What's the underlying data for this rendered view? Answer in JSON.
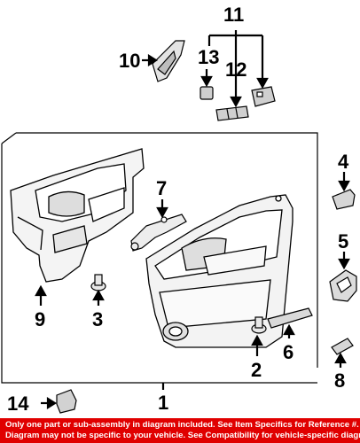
{
  "callouts": {
    "c1": "1",
    "c2": "2",
    "c3": "3",
    "c4": "4",
    "c5": "5",
    "c6": "6",
    "c7": "7",
    "c8": "8",
    "c9": "9",
    "c10": "10",
    "c11": "11",
    "c12": "12",
    "c13": "13",
    "c14": "14"
  },
  "disclaimer": {
    "line1": "Only one part or sub-assembly in diagram included. See Item Specifics for Reference #.",
    "line2": "Diagram may not be specific to your vehicle. See Compatibility for vehicle-specific diagrams."
  },
  "colors": {
    "banner": "#e00000",
    "banner_text": "#ffffff",
    "line": "#000000"
  }
}
